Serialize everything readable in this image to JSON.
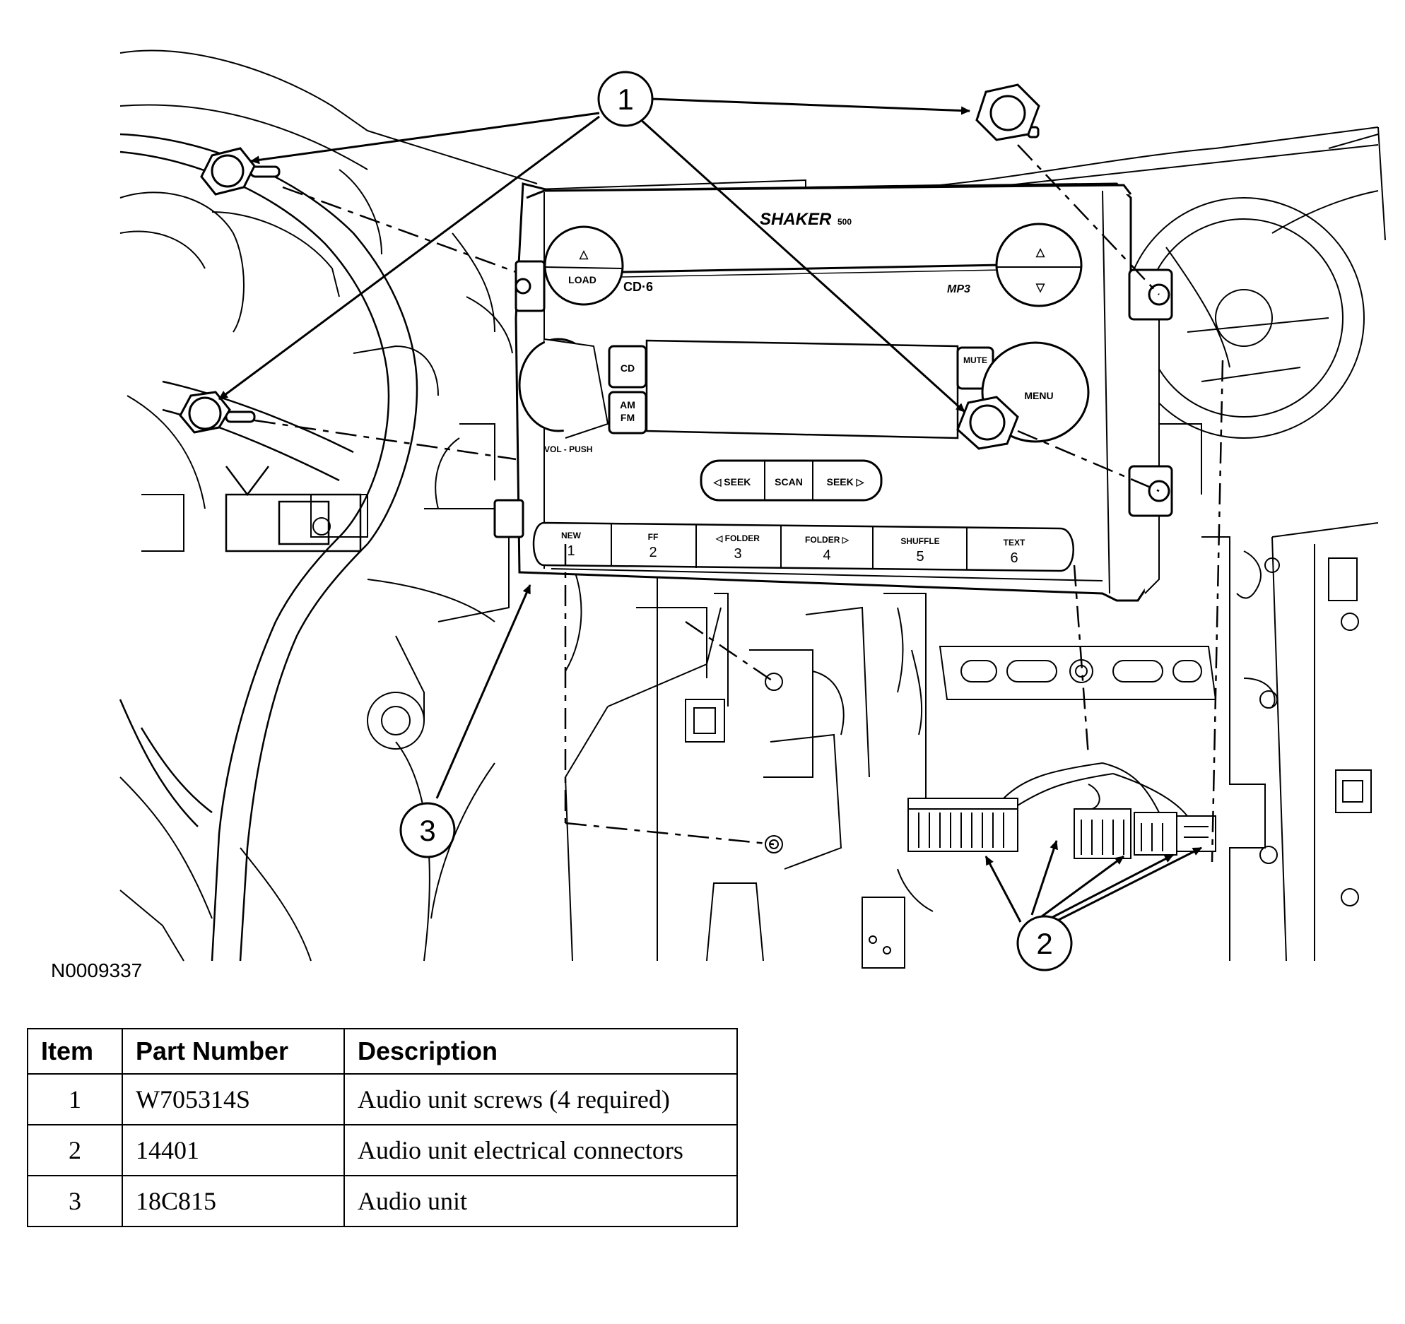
{
  "figure": {
    "id": "N0009337",
    "callouts": [
      "1",
      "2",
      "3"
    ],
    "radio": {
      "brand": "SHAKER",
      "brand_suffix": "500",
      "load": "LOAD",
      "cd6": "CD·6",
      "mp3": "MP3",
      "cd": "CD",
      "am": "AM",
      "fm": "FM",
      "vol_push": "VOL - PUSH",
      "mute": "MUTE",
      "menu": "MENU",
      "seek_left": "◁ SEEK",
      "scan": "SCAN",
      "seek_right": "SEEK ▷",
      "presets": [
        {
          "label": "NEW",
          "num": "1"
        },
        {
          "label": "FF",
          "num": "2"
        },
        {
          "label": "◁ FOLDER",
          "num": "3"
        },
        {
          "label": "FOLDER ▷",
          "num": "4"
        },
        {
          "label": "SHUFFLE",
          "num": "5"
        },
        {
          "label": "TEXT",
          "num": "6"
        }
      ]
    }
  },
  "table": {
    "headers": {
      "item": "Item",
      "part": "Part Number",
      "desc": "Description"
    },
    "rows": [
      {
        "item": "1",
        "part": "W705314S",
        "desc": "Audio unit screws (4 required)"
      },
      {
        "item": "2",
        "part": "14401",
        "desc": "Audio unit electrical connectors"
      },
      {
        "item": "3",
        "part": "18C815",
        "desc": "Audio unit"
      }
    ]
  }
}
